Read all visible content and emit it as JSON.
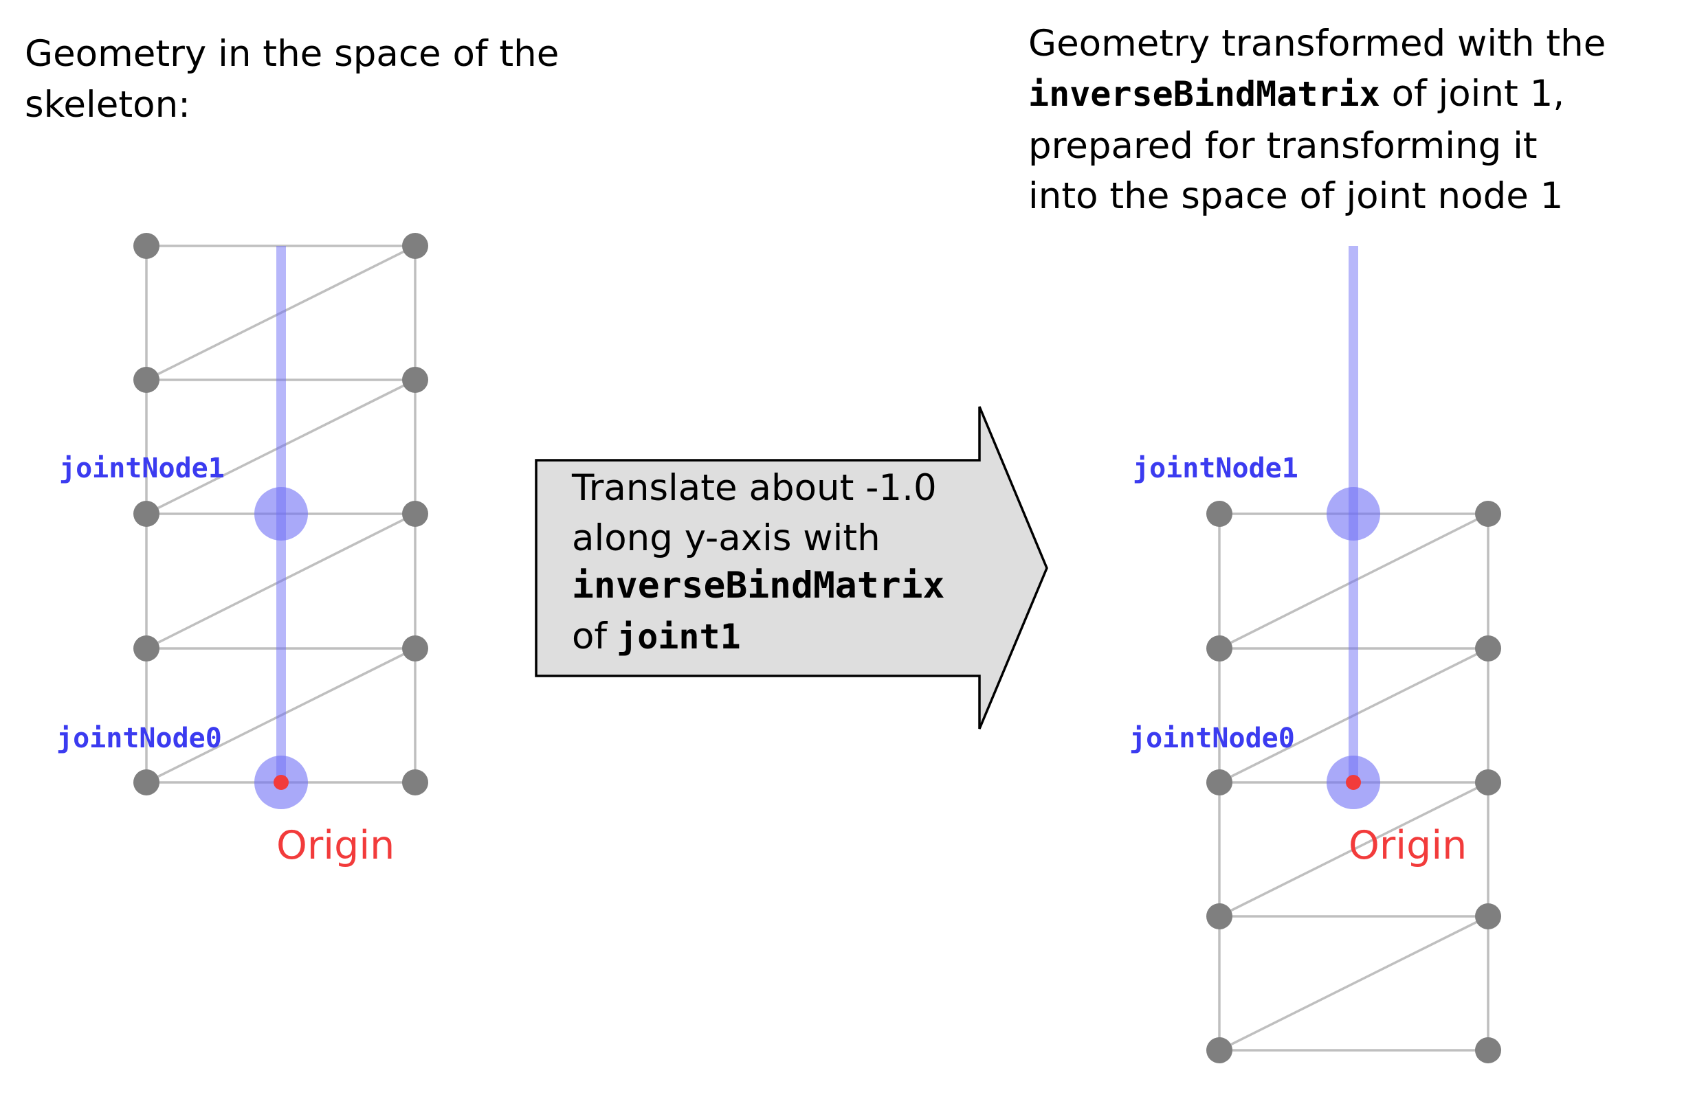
{
  "left_panel": {
    "caption_line1": "Geometry in the space of the",
    "caption_line2": "skeleton:",
    "joint_label_1": "jointNode1",
    "joint_label_0": "jointNode0",
    "origin_label": "Origin"
  },
  "arrow": {
    "line1": "Translate about -1.0",
    "line2": "along y-axis with",
    "line3_mono": "inverseBindMatrix",
    "line4_prefix": "of",
    "line4_mono": "joint1"
  },
  "right_panel": {
    "caption_line1": "Geometry transformed with the",
    "caption_line2_mono": "inverseBindMatrix",
    "caption_line2_rest": " of joint 1,",
    "caption_line3": "prepared for transforming it",
    "caption_line4": "into the space of joint node 1",
    "joint_label_1": "jointNode1",
    "joint_label_0": "jointNode0",
    "origin_label": "Origin"
  },
  "colors": {
    "vertex": "#7f7f7f",
    "edge": "#bfbfbf",
    "joint": "#6f6ff5",
    "joint_label": "#3b3bf0",
    "origin": "#f23b3b",
    "arrow_fill": "#dedede",
    "text": "#000000"
  }
}
